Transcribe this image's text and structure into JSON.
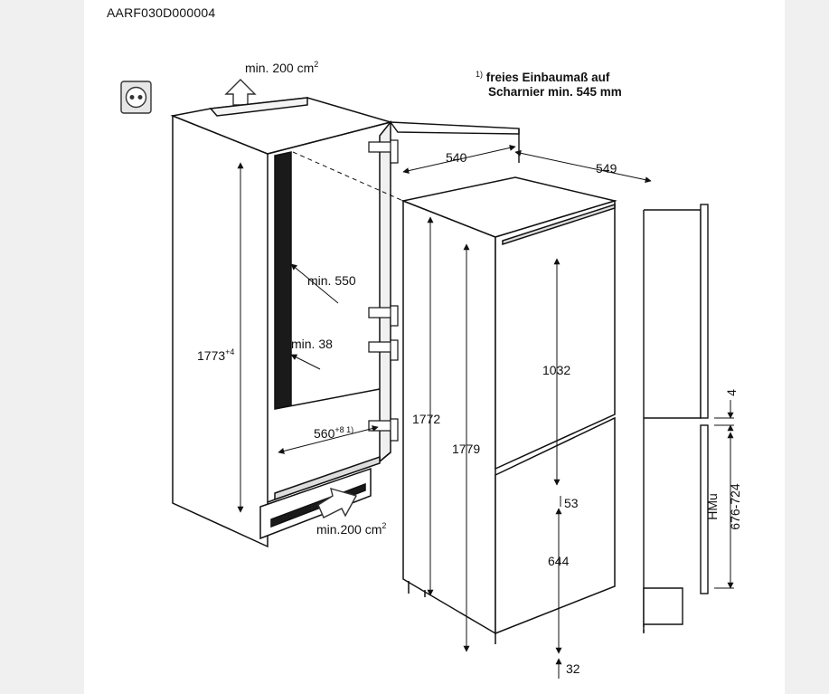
{
  "drawing_code": "AARF030D000004",
  "footnote": {
    "marker": "1)",
    "line1": "freies Einbaumaß auf",
    "line2": "Scharnier min. 545 mm"
  },
  "dimensions": {
    "vent_top": "min. 200 cm",
    "vent_top_sup": "2",
    "vent_bottom": "min.200 cm",
    "vent_bottom_sup": "2",
    "niche_depth": "min. 550",
    "min_38": "min. 38",
    "niche_height": "1773",
    "niche_height_sup": "+4",
    "niche_width": "560",
    "niche_width_sup": "+8 1)",
    "width_540": "540",
    "depth_549": "549",
    "height_1772": "1772",
    "height_1779": "1779",
    "door_1032": "1032",
    "gap_53": "53",
    "door_644": "644",
    "base_32": "32",
    "gap_4": "4",
    "hmu_range": "676-724",
    "hmu": "HMu"
  },
  "icons": [
    "power-socket-icon",
    "airflow-arrow-icon"
  ]
}
